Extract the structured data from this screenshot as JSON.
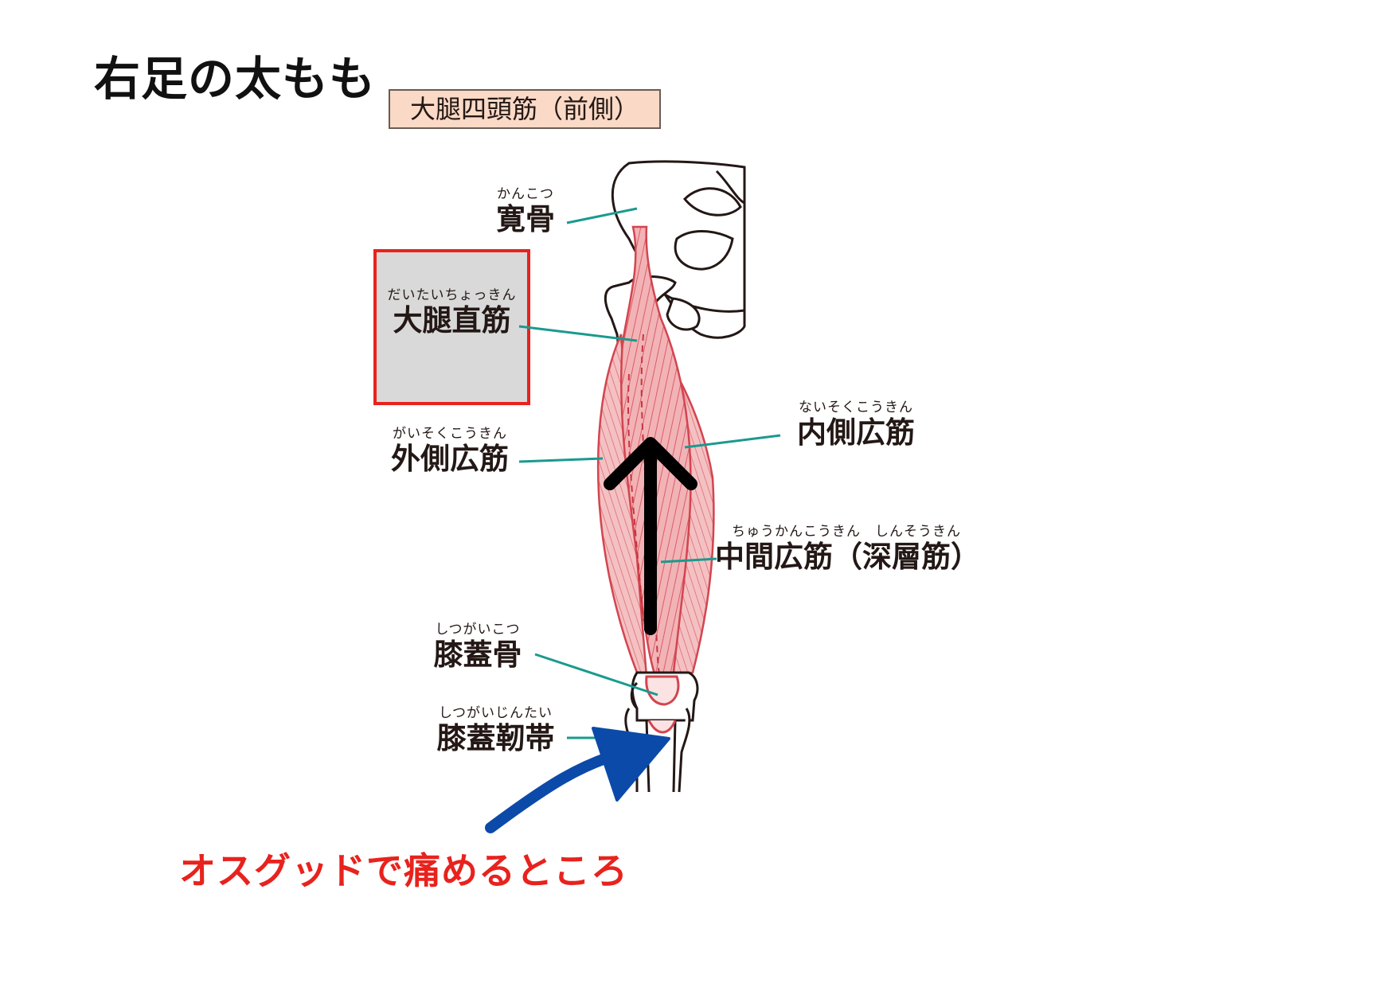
{
  "title": "右足の太もも",
  "subtitle": "大腿四頭筋（前側）",
  "labels": {
    "ilium": {
      "ruby": "かんこつ",
      "name": "寛骨"
    },
    "rectus_femoris": {
      "ruby": "だいたいちょっきん",
      "name": "大腿直筋"
    },
    "vastus_lateralis": {
      "ruby": "がいそくこうきん",
      "name": "外側広筋"
    },
    "vastus_medialis": {
      "ruby": "ないそくこうきん",
      "name": "内側広筋"
    },
    "vastus_intermedius": {
      "ruby": "ちゅうかんこうきん　しんそうきん",
      "name": "中間広筋（深層筋）"
    },
    "patella": {
      "ruby": "しつがいこつ",
      "name": "膝蓋骨"
    },
    "patellar_ligament": {
      "ruby": "しつがいじんたい",
      "name": "膝蓋靭帯"
    }
  },
  "callout": "オスグッドで痛めるところ",
  "colors": {
    "highlight_border": "#e8221d",
    "highlight_fill": "#d9d9d9",
    "subtitle_fill": "#fad9c6",
    "leader_line": "#1a9a8e",
    "muscle": "#e8868c",
    "arrow_up": "#000000",
    "arrow_callout": "#0b4aa8",
    "callout_text": "#e8221d"
  }
}
